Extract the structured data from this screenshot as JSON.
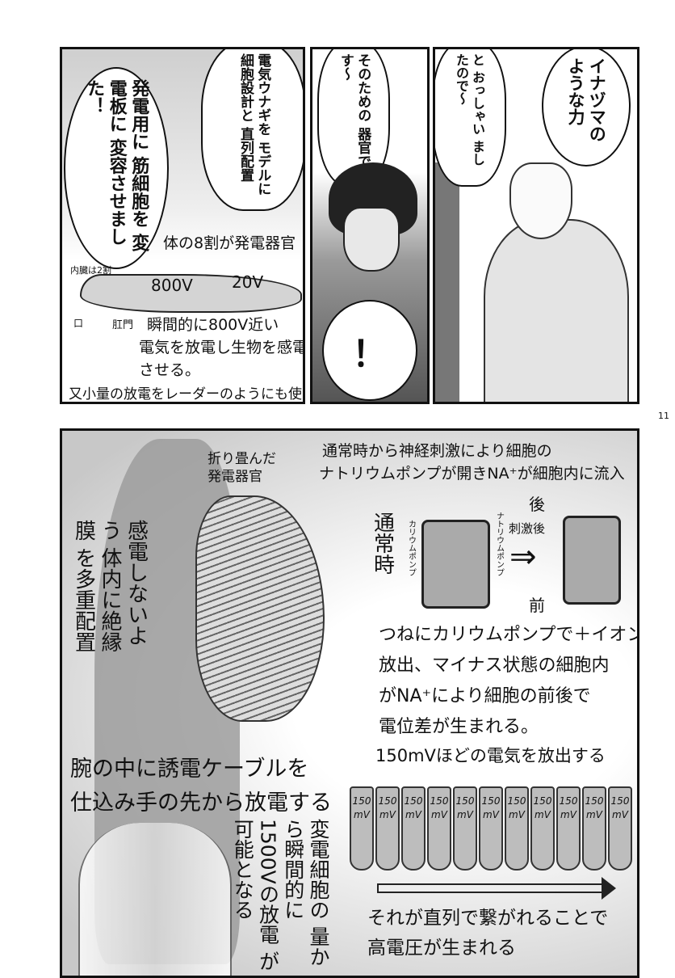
{
  "page_number": "11",
  "panel1": {
    "bubble_left": "発電用に 筋細胞を 変電板に 変容させました！",
    "bubble_right": "電気ウナギを モデルに細胞設計と 直列配置",
    "note_top": "体の8割が発電器官",
    "organs_label": "内臓は2割",
    "voltage_high": "800V",
    "voltage_low": "20V",
    "mouth_label": "口",
    "anus_label": "肛門",
    "note_lines": [
      "瞬間的に800V近い",
      "電気を放電し生物を感電",
      "させる。"
    ],
    "note_bottom": "又小量の放電をレーダーのようにも使う"
  },
  "panel2": {
    "bubble": "そのための 器官です〜",
    "exclaim": "！"
  },
  "panel3": {
    "bubble_left": "と おっしゃい ましたので〜",
    "bubble_right": "イナヅマの ような力"
  },
  "panel4": {
    "organ_label": [
      "折り畳んだ",
      "発電器官"
    ],
    "insulation_note": "感電しないよう 体内に絶縁膜 を多重配置",
    "top_note": [
      "通常時から神経刺激により細胞の",
      "ナトリウムポンプが開きNA⁺が細胞内に流入"
    ],
    "normal_label": "通常時",
    "potassium_pump": "カリウムポンプ",
    "sodium_pump": "ナトリウムポンプ",
    "after_stim": "刺激後",
    "back_label": "後",
    "front_label": "前",
    "explain_lines": [
      "つねにカリウムポンプで＋イオンを",
      "放出、マイナス状態の細胞内",
      "がNA⁺により細胞の前後で",
      "電位差が生まれる。",
      "150mVほどの電気を放出する"
    ],
    "cells": [
      "150 mV",
      "150 mV",
      "150 mV",
      "150 mV",
      "150 mV",
      "150 mV",
      "150 mV",
      "150 mV",
      "150 mV",
      "150 mV",
      "150 mV"
    ],
    "series_note": [
      "それが直列で繋がれることで",
      "高電圧が生まれる"
    ],
    "arm_note": [
      "腕の中に誘電ケーブルを",
      "仕込み手の先から放電する"
    ],
    "discharge_note": "変電細胞の 量から瞬間的に 1500Vの放電 が可能となる"
  }
}
